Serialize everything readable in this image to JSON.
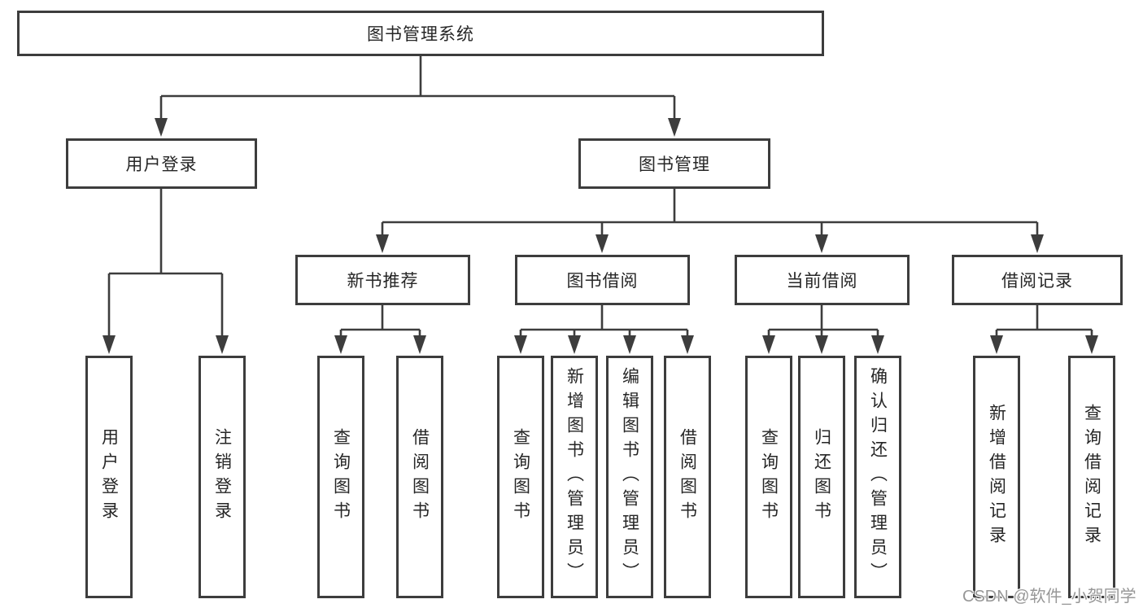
{
  "watermark": "CSDN @软件_小贺同学",
  "colors": {
    "line": "#3d3d3d",
    "box_border": "#3d3d3d",
    "text": "#262626",
    "background": "#ffffff",
    "watermark_text": "#979797"
  },
  "tree": {
    "root": "图书管理系统",
    "user_login": {
      "label": "用户登录",
      "children": [
        "用户登录",
        "注销登录"
      ]
    },
    "book_mgmt": {
      "label": "图书管理",
      "sections": [
        {
          "label": "新书推荐",
          "children": [
            "查询图书",
            "借阅图书"
          ]
        },
        {
          "label": "图书借阅",
          "children": [
            "查询图书",
            "新增图书（管理员）",
            "编辑图书（管理员）",
            "借阅图书"
          ]
        },
        {
          "label": "当前借阅",
          "children": [
            "查询图书",
            "归还图书",
            "确认归还（管理员）"
          ]
        },
        {
          "label": "借阅记录",
          "children": [
            "新增借阅记录",
            "查询借阅记录"
          ]
        }
      ]
    }
  }
}
